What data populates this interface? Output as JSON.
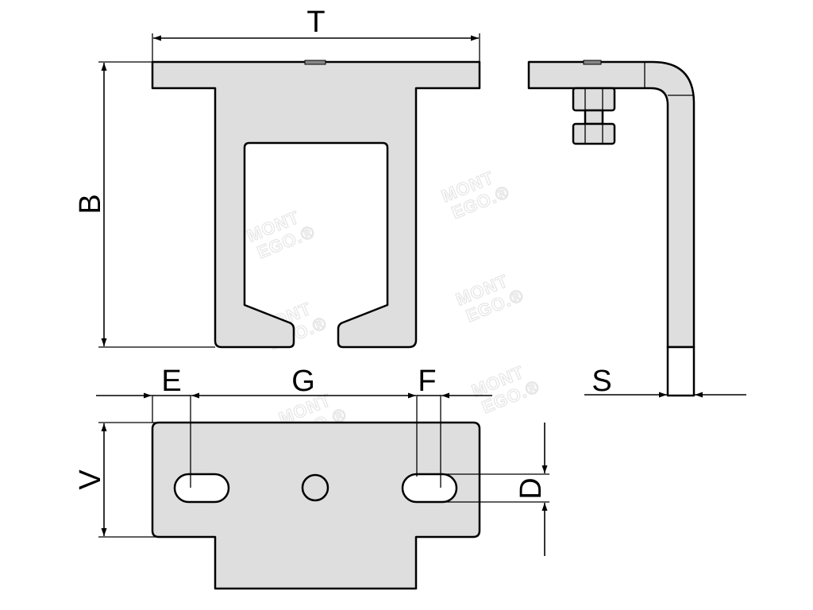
{
  "dimension_labels": {
    "t": "T",
    "b": "B",
    "e": "E",
    "g": "G",
    "f": "F",
    "s": "S",
    "v": "V",
    "d": "D"
  },
  "watermark": {
    "line1": "MONT",
    "line2": "EGO.®"
  },
  "colors": {
    "part_fill": "#dedede",
    "outline": "#000000",
    "watermark": "#e6e6e6"
  }
}
